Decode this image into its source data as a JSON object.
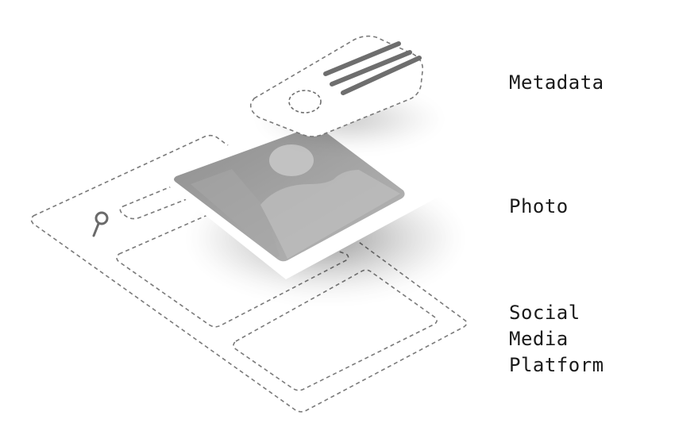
{
  "labels": {
    "metadata": "Metadata",
    "photo": "Photo",
    "platform_line1": "Social",
    "platform_line2": "Media",
    "platform_line3": "Platform"
  },
  "colors": {
    "dash_stroke": "#7a7a7a",
    "photo_frame": "#ffffff",
    "photo_fill": "#9a9a9a",
    "metadata_bars": "#6e6e6e",
    "text": "#1a1a1a"
  },
  "icons": {
    "search": "magnifier-icon",
    "photo_sun": "sun-circle-icon",
    "photo_mountains": "mountain-icon",
    "metadata_avatar": "avatar-circle-icon"
  }
}
